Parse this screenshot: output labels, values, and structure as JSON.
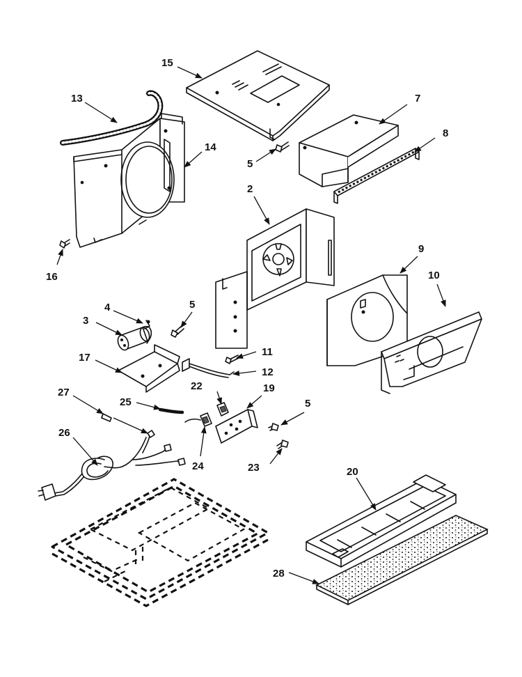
{
  "diagram": {
    "labels": [
      "15",
      "13",
      "14",
      "7",
      "8",
      "5",
      "2",
      "16",
      "9",
      "10",
      "4",
      "5",
      "3",
      "17",
      "11",
      "12",
      "22",
      "19",
      "27",
      "25",
      "5",
      "26",
      "24",
      "23",
      "20",
      "28"
    ]
  },
  "colors": {
    "ink": "#111111",
    "background": "#ffffff"
  }
}
